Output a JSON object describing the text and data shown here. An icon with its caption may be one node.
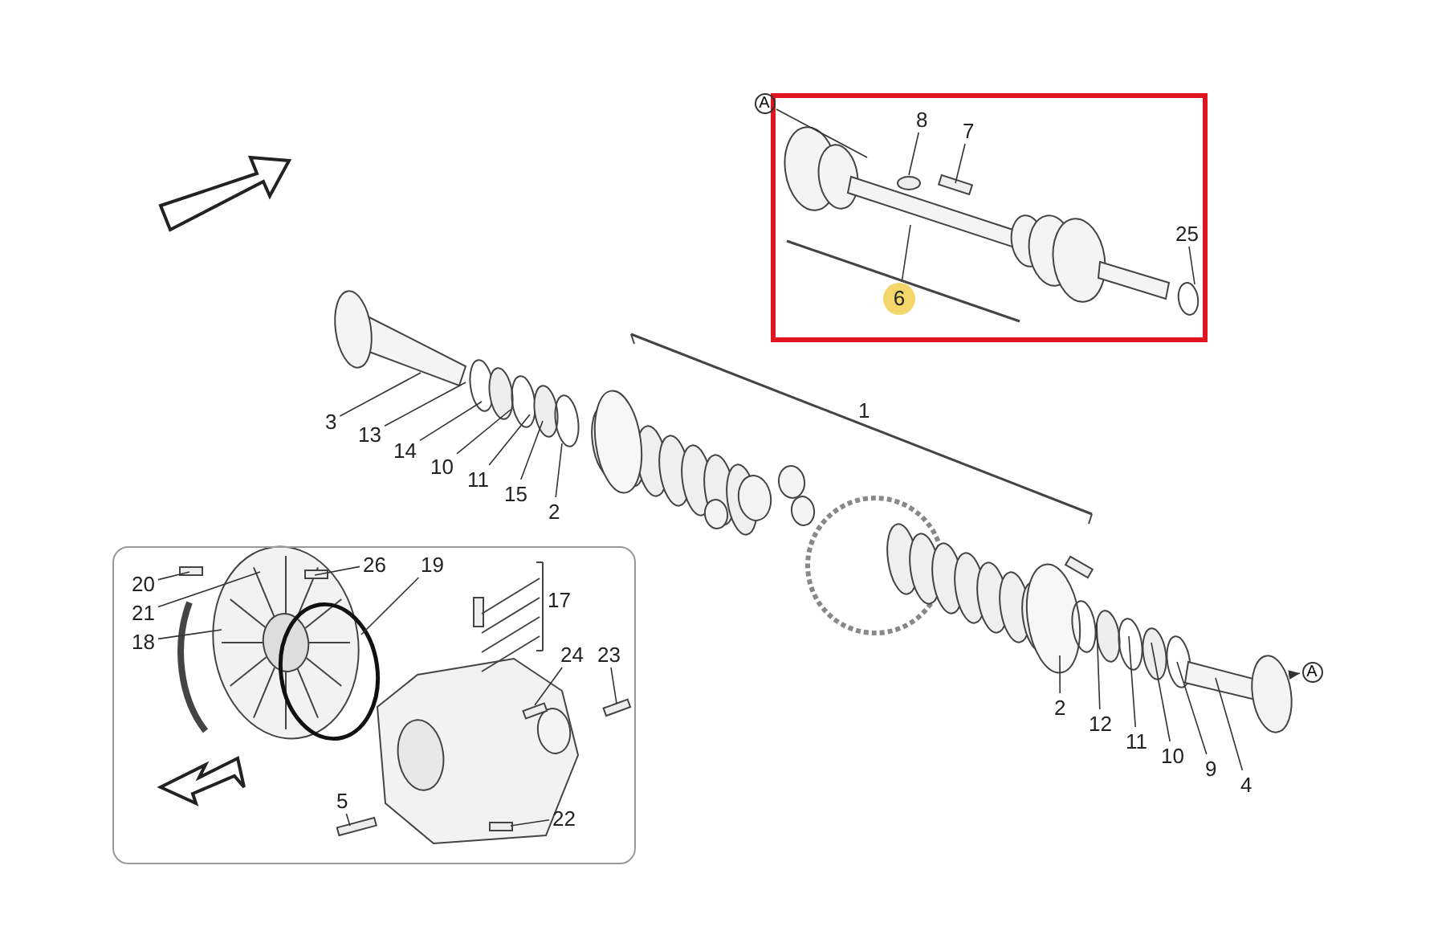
{
  "diagram": {
    "nodes": [
      {
        "text": [],
        "shape": "box"
      },
      {
        "text": [
          "A"
        ]
      },
      {
        "text": [
          "8"
        ],
        "in": 0
      },
      {
        "text": [
          "7"
        ],
        "in": 0
      },
      {
        "text": [
          "25"
        ],
        "in": 0
      },
      {
        "text": [
          "6"
        ],
        "in": 0
      },
      {
        "text": [
          "3"
        ]
      },
      {
        "text": [
          "13"
        ]
      },
      {
        "text": [
          "14"
        ]
      },
      {
        "text": [
          "10"
        ]
      },
      {
        "text": [
          "11"
        ]
      },
      {
        "text": [
          "15"
        ]
      },
      {
        "text": [
          "2"
        ]
      },
      {
        "text": [
          "2"
        ]
      },
      {
        "text": [
          "12"
        ]
      },
      {
        "text": [
          "11"
        ]
      },
      {
        "text": [
          "10"
        ]
      },
      {
        "text": [
          "9"
        ]
      },
      {
        "text": [
          "4"
        ]
      },
      {
        "text": [
          "A"
        ]
      },
      {
        "text": [],
        "shape": "box"
      },
      {
        "text": [
          "20"
        ],
        "in": 20
      },
      {
        "text": [
          "21"
        ],
        "in": 20
      },
      {
        "text": [
          "18"
        ],
        "in": 20
      },
      {
        "text": [
          "26"
        ],
        "in": 20
      },
      {
        "text": [
          "19"
        ],
        "in": 20
      },
      {
        "text": [
          "24"
        ],
        "in": 20
      },
      {
        "text": [
          "23"
        ],
        "in": 20
      },
      {
        "text": [
          "5"
        ],
        "in": 20
      },
      {
        "text": [
          "22"
        ],
        "in": 20
      }
    ],
    "edges": [
      {
        "from": 1,
        "to": null,
        "arrow": "none"
      },
      {
        "from": 2,
        "to": null,
        "arrow": "none"
      },
      {
        "from": 3,
        "to": null,
        "arrow": "none"
      },
      {
        "from": 4,
        "to": null,
        "arrow": "none"
      },
      {
        "from": 5,
        "to": null,
        "arrow": "none"
      },
      {
        "from": 6,
        "to": null,
        "arrow": "none"
      },
      {
        "from": 7,
        "to": null,
        "arrow": "none"
      },
      {
        "from": 8,
        "to": null,
        "arrow": "none"
      },
      {
        "from": 9,
        "to": null,
        "arrow": "none"
      },
      {
        "from": 10,
        "to": null,
        "arrow": "none"
      },
      {
        "from": 11,
        "to": null,
        "arrow": "none"
      },
      {
        "from": 12,
        "to": null,
        "arrow": "none"
      },
      {
        "from": 13,
        "to": null,
        "arrow": "none"
      },
      {
        "from": 14,
        "to": null,
        "arrow": "none"
      },
      {
        "from": 15,
        "to": null,
        "arrow": "none"
      },
      {
        "from": 16,
        "to": null,
        "arrow": "none"
      },
      {
        "from": 17,
        "to": null,
        "arrow": "none"
      },
      {
        "from": 18,
        "to": null,
        "arrow": "none"
      },
      {
        "from": null,
        "to": 19,
        "arrow": "to"
      },
      {
        "from": 21,
        "to": null,
        "arrow": "none"
      },
      {
        "from": 22,
        "to": null,
        "arrow": "none"
      },
      {
        "from": 23,
        "to": null,
        "arrow": "none"
      },
      {
        "from": 24,
        "to": null,
        "arrow": "none"
      },
      {
        "from": 25,
        "to": null,
        "arrow": "none"
      },
      {
        "from": 26,
        "to": null,
        "arrow": "none"
      },
      {
        "from": 27,
        "to": null,
        "arrow": "none"
      },
      {
        "from": 28,
        "to": null,
        "arrow": "none"
      },
      {
        "from": 29,
        "to": null,
        "arrow": "none"
      }
    ],
    "labels": [
      "1",
      "17"
    ]
  }
}
